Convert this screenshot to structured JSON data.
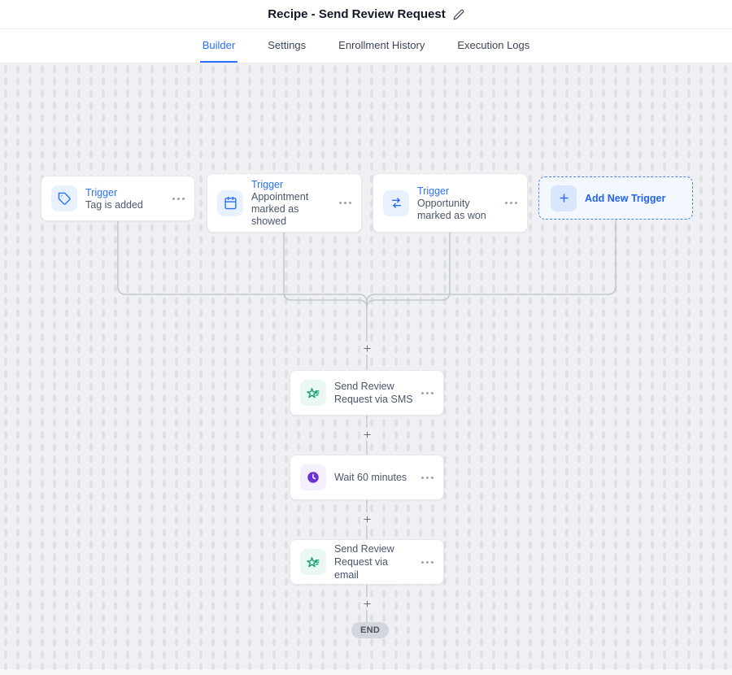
{
  "header": {
    "title": "Recipe - Send Review Request"
  },
  "tabs": [
    {
      "label": "Builder",
      "active": true
    },
    {
      "label": "Settings",
      "active": false
    },
    {
      "label": "Enrollment History",
      "active": false
    },
    {
      "label": "Execution Logs",
      "active": false
    }
  ],
  "triggers": [
    {
      "label": "Trigger",
      "description": "Tag is added",
      "icon": "tag-icon"
    },
    {
      "label": "Trigger",
      "description": "Appointment marked as showed",
      "icon": "calendar-icon"
    },
    {
      "label": "Trigger",
      "description": "Opportunity marked as won",
      "icon": "swap-arrows-icon"
    }
  ],
  "add_new_trigger": {
    "label": "Add New Trigger",
    "icon": "plus-icon"
  },
  "actions": [
    {
      "label": "Send Review Request via SMS",
      "icon": "review-star-icon"
    },
    {
      "label": "Wait 60 minutes",
      "icon": "clock-icon"
    },
    {
      "label": "Send Review Request via email",
      "icon": "review-star-icon"
    }
  ],
  "end_badge": {
    "label": "END"
  },
  "colors": {
    "accent_blue": "#2970ff",
    "action_green": "#0e9f6e",
    "wait_purple": "#6d31d4",
    "canvas_bg": "#eef0f3",
    "connector_line": "#c1c7d0"
  }
}
